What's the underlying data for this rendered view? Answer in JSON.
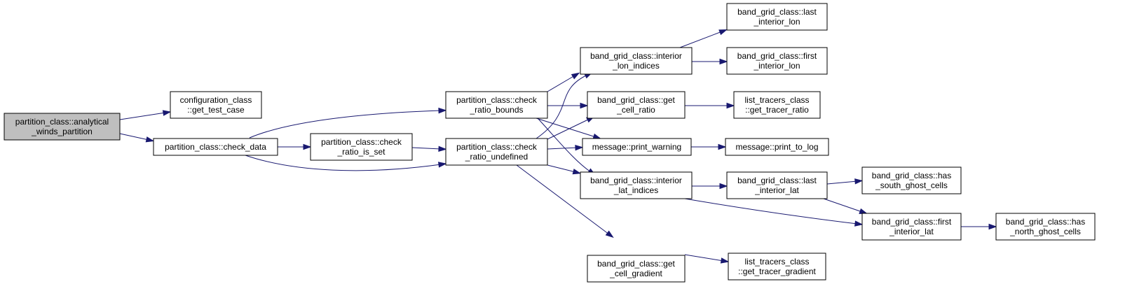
{
  "colors": {
    "root_fill": "#bfbfbf",
    "node_fill": "#ffffff",
    "edge": "#191970",
    "border": "#000000"
  },
  "nodes": [
    {
      "id": "analytical",
      "lines": [
        "partition_class::analytical",
        "_winds_partition"
      ],
      "root": true
    },
    {
      "id": "get_test_case",
      "lines": [
        "configuration_class",
        "::get_test_case"
      ]
    },
    {
      "id": "check_data",
      "lines": [
        "partition_class::check_data"
      ]
    },
    {
      "id": "check_ratio_is_set",
      "lines": [
        "partition_class::check",
        "_ratio_is_set"
      ]
    },
    {
      "id": "check_ratio_bounds",
      "lines": [
        "partition_class::check",
        "_ratio_bounds"
      ]
    },
    {
      "id": "check_ratio_undefined",
      "lines": [
        "partition_class::check",
        "_ratio_undefined"
      ]
    },
    {
      "id": "interior_lon_indices",
      "lines": [
        "band_grid_class::interior",
        "_lon_indices"
      ]
    },
    {
      "id": "get_cell_ratio",
      "lines": [
        "band_grid_class::get",
        "_cell_ratio"
      ]
    },
    {
      "id": "print_warning",
      "lines": [
        "message::print_warning"
      ]
    },
    {
      "id": "interior_lat_indices",
      "lines": [
        "band_grid_class::interior",
        "_lat_indices"
      ]
    },
    {
      "id": "get_cell_gradient",
      "lines": [
        "band_grid_class::get",
        "_cell_gradient"
      ]
    },
    {
      "id": "last_interior_lon",
      "lines": [
        "band_grid_class::last",
        "_interior_lon"
      ]
    },
    {
      "id": "first_interior_lon",
      "lines": [
        "band_grid_class::first",
        "_interior_lon"
      ]
    },
    {
      "id": "get_tracer_ratio",
      "lines": [
        "list_tracers_class",
        "::get_tracer_ratio"
      ]
    },
    {
      "id": "print_to_log",
      "lines": [
        "message::print_to_log"
      ]
    },
    {
      "id": "last_interior_lat",
      "lines": [
        "band_grid_class::last",
        "_interior_lat"
      ]
    },
    {
      "id": "get_tracer_gradient",
      "lines": [
        "list_tracers_class",
        "::get_tracer_gradient"
      ]
    },
    {
      "id": "has_south_ghost_cells",
      "lines": [
        "band_grid_class::has",
        "_south_ghost_cells"
      ]
    },
    {
      "id": "first_interior_lat",
      "lines": [
        "band_grid_class::first",
        "_interior_lat"
      ]
    },
    {
      "id": "has_north_ghost_cells",
      "lines": [
        "band_grid_class::has",
        "_north_ghost_cells"
      ]
    }
  ],
  "edges": [
    {
      "from": "analytical",
      "to": "get_test_case"
    },
    {
      "from": "analytical",
      "to": "check_data"
    },
    {
      "from": "check_data",
      "to": "check_ratio_bounds"
    },
    {
      "from": "check_data",
      "to": "check_ratio_is_set"
    },
    {
      "from": "check_data",
      "to": "check_ratio_undefined"
    },
    {
      "from": "check_ratio_is_set",
      "to": "check_ratio_undefined"
    },
    {
      "from": "check_ratio_bounds",
      "to": "interior_lon_indices"
    },
    {
      "from": "check_ratio_bounds",
      "to": "get_cell_ratio"
    },
    {
      "from": "check_ratio_bounds",
      "to": "print_warning"
    },
    {
      "from": "check_ratio_bounds",
      "to": "interior_lat_indices"
    },
    {
      "from": "check_ratio_undefined",
      "to": "interior_lon_indices"
    },
    {
      "from": "check_ratio_undefined",
      "to": "get_cell_ratio"
    },
    {
      "from": "check_ratio_undefined",
      "to": "print_warning"
    },
    {
      "from": "check_ratio_undefined",
      "to": "interior_lat_indices"
    },
    {
      "from": "check_ratio_undefined",
      "to": "get_cell_gradient"
    },
    {
      "from": "interior_lon_indices",
      "to": "last_interior_lon"
    },
    {
      "from": "interior_lon_indices",
      "to": "first_interior_lon"
    },
    {
      "from": "get_cell_ratio",
      "to": "get_tracer_ratio"
    },
    {
      "from": "print_warning",
      "to": "print_to_log"
    },
    {
      "from": "interior_lat_indices",
      "to": "last_interior_lat"
    },
    {
      "from": "interior_lat_indices",
      "to": "first_interior_lat"
    },
    {
      "from": "last_interior_lat",
      "to": "has_south_ghost_cells"
    },
    {
      "from": "last_interior_lat",
      "to": "first_interior_lat"
    },
    {
      "from": "first_interior_lat",
      "to": "has_north_ghost_cells"
    },
    {
      "from": "get_cell_gradient",
      "to": "get_tracer_gradient"
    }
  ]
}
